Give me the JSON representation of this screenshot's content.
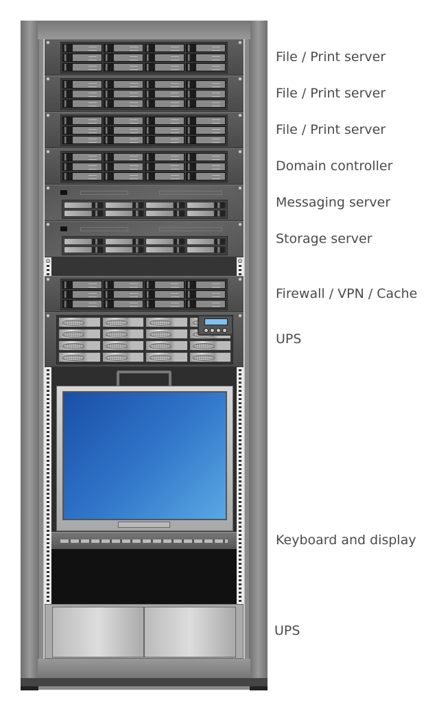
{
  "labels": [
    "File / Print server",
    "File / Print server",
    "File / Print server",
    "Domain controller",
    "Messaging server",
    "Storage server",
    "Firewall / VPN / Cache",
    "UPS",
    "Keyboard and display",
    "UPS"
  ],
  "colors": {
    "frame": "#808080",
    "unit": "#555555",
    "screen": "#2a6fc4",
    "label": "#4a4a4a"
  }
}
